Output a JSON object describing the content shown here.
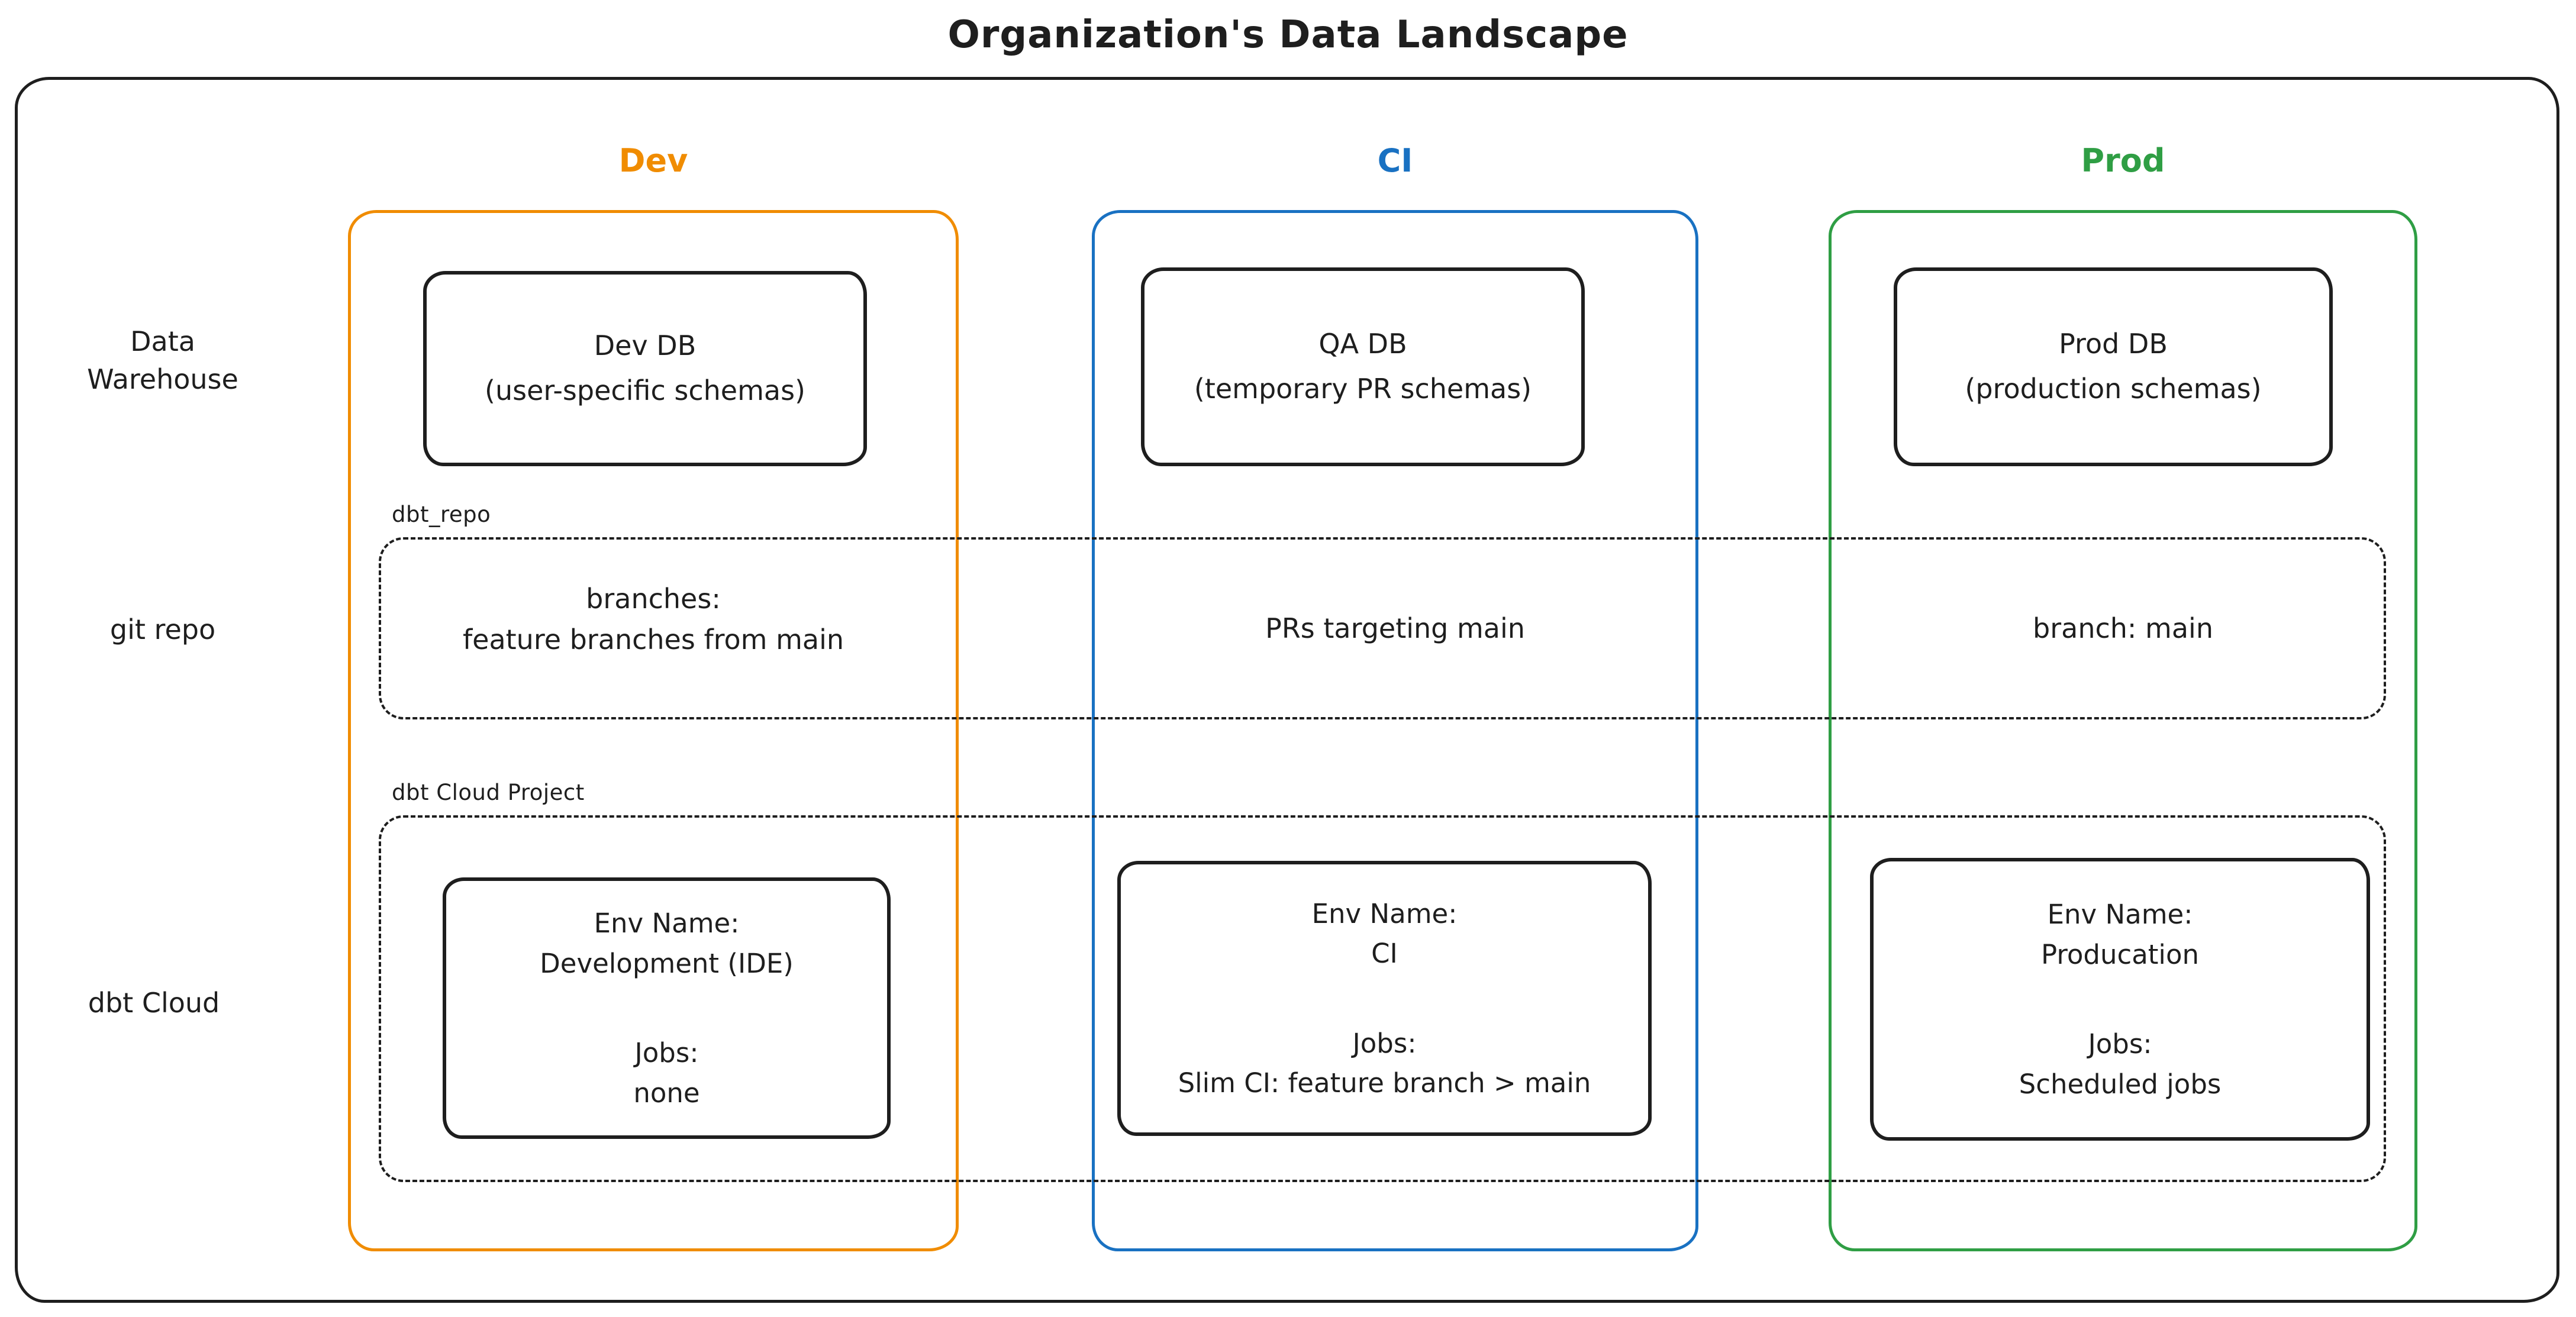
{
  "title": "Organization's Data Landscape",
  "colors": {
    "ink": "#1e1e1e",
    "dev": "#f08c00",
    "ci": "#1971c2",
    "prod": "#2f9e44",
    "background": "#ffffff"
  },
  "columns": [
    {
      "id": "dev",
      "label": "Dev",
      "color": "#f08c00"
    },
    {
      "id": "ci",
      "label": "CI",
      "color": "#1971c2"
    },
    {
      "id": "prod",
      "label": "Prod",
      "color": "#2f9e44"
    }
  ],
  "row_labels": [
    {
      "label": "Data\nWarehouse"
    },
    {
      "label": "git repo"
    },
    {
      "label": "dbt Cloud"
    }
  ],
  "data_warehouse": {
    "dev": {
      "title": "Dev DB",
      "subtitle": "(user-specific schemas)"
    },
    "ci": {
      "title": "QA DB",
      "subtitle": "(temporary PR schemas)"
    },
    "prod": {
      "title": "Prod DB",
      "subtitle": "(production schemas)"
    }
  },
  "git_repo": {
    "container_label": "dbt_repo",
    "dev": "branches:\nfeature branches from main",
    "ci": "PRs targeting main",
    "prod": "branch: main"
  },
  "dbt_cloud": {
    "container_label": "dbt Cloud Project",
    "dev": {
      "env_label": "Env Name:",
      "env_name": "Development (IDE)",
      "jobs_label": "Jobs:",
      "jobs": "none"
    },
    "ci": {
      "env_label": "Env Name:",
      "env_name": "CI",
      "jobs_label": "Jobs:",
      "jobs": "Slim CI: feature branch > main"
    },
    "prod": {
      "env_label": "Env Name:",
      "env_name": "Producation",
      "jobs_label": "Jobs:",
      "jobs": "Scheduled jobs"
    }
  }
}
